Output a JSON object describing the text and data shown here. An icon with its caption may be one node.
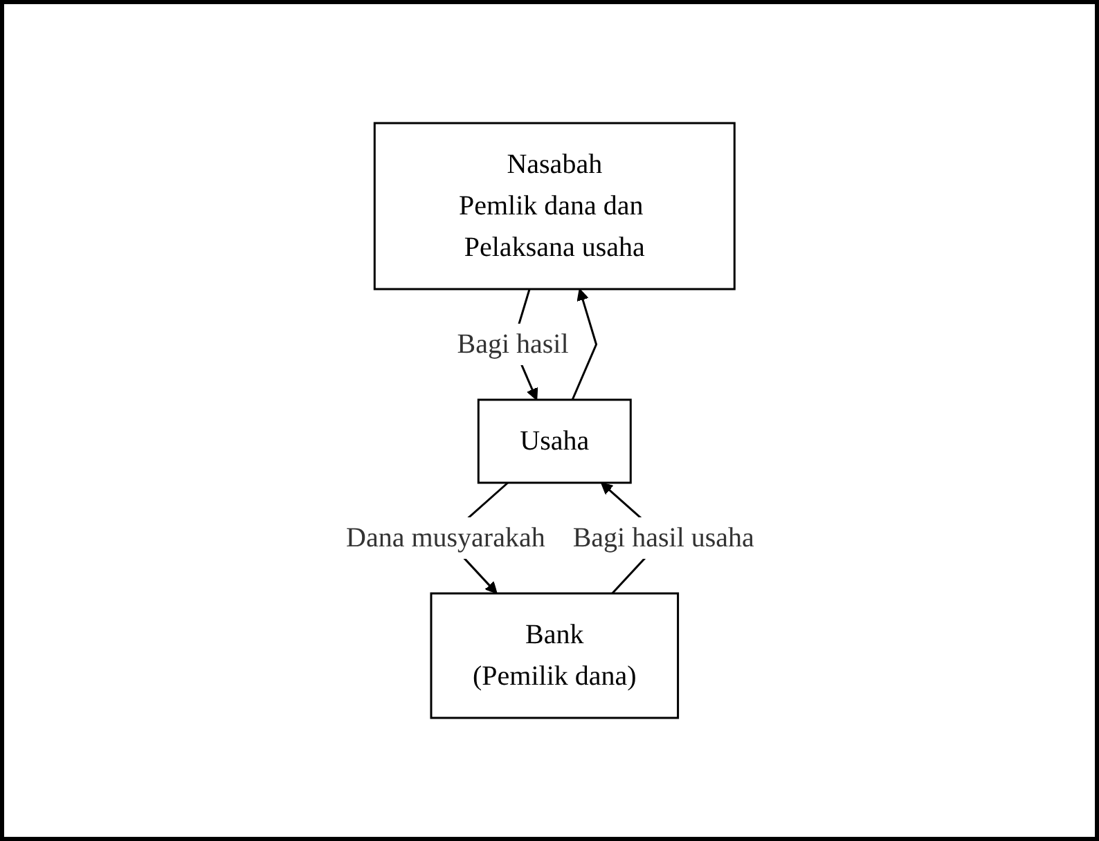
{
  "diagram": {
    "nodes": [
      {
        "text": [
          "Nasabah",
          "Pemlik dana dan Pelaksana usaha"
        ]
      },
      {
        "text": [
          "Bank",
          "(Pemilik dana)"
        ]
      },
      {
        "text": [
          "Usaha"
        ]
      }
    ],
    "edges": [
      {
        "from": 0,
        "to": 2,
        "arrow": "to",
        "label": "Bagi hasil"
      },
      {
        "from": 2,
        "to": 0,
        "arrow": "to"
      },
      {
        "from": 2,
        "to": 1,
        "arrow": "to",
        "label": "Dana musyarakah"
      },
      {
        "from": 1,
        "to": 2,
        "arrow": "to",
        "label": "Bagi hasil usaha"
      }
    ]
  }
}
